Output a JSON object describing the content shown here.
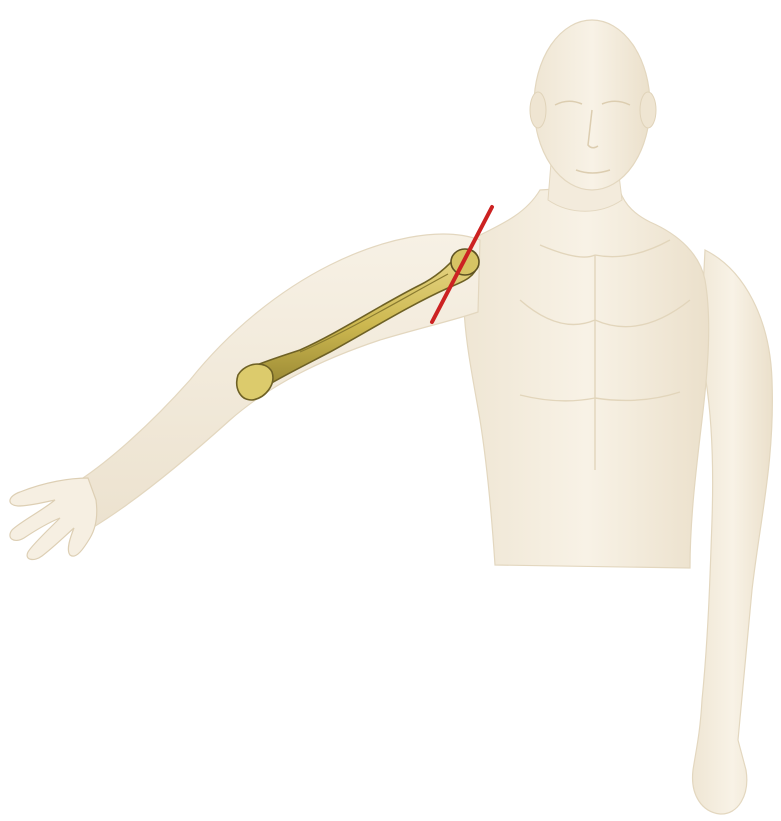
{
  "colors": {
    "background": "#ffffff",
    "skin": "#f5eee0",
    "skin_shade": "#e8dcc5",
    "skin_line": "#d8c9ae",
    "bone": "#d9c56a",
    "bone_shade": "#9a8a33",
    "bone_dark": "#5e5222",
    "axis_line": "#cc2222"
  },
  "figure": {
    "subject": "male-mannequin-torso",
    "visible_bone": "humerus",
    "marker": "red-axis-line"
  }
}
